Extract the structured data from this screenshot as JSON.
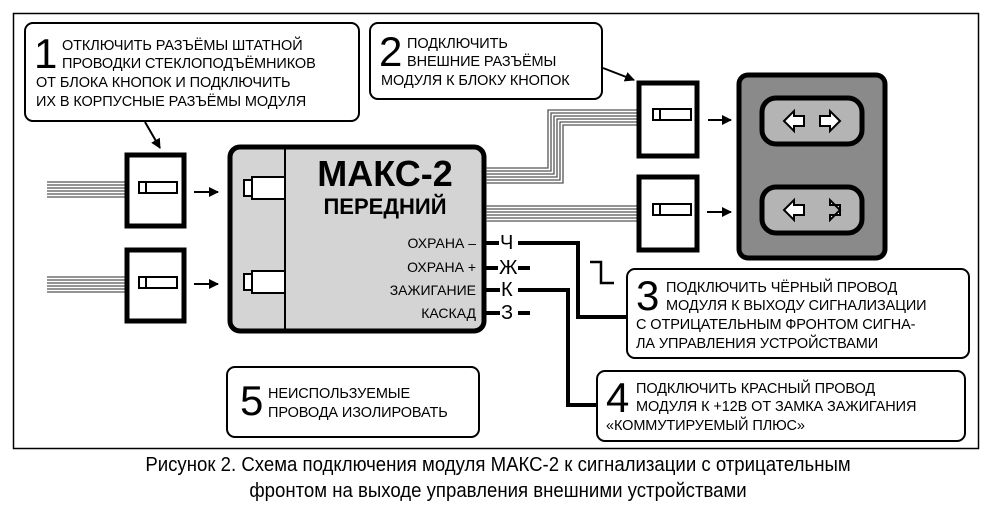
{
  "figure": {
    "caption_line1": "Рисунок 2. Схема подключения модуля МАКС-2 к сигнализации с отрицательным",
    "caption_line2": "фронтом на выходе управления внешними устройствами"
  },
  "module": {
    "name": "МАКС-2",
    "subtitle": "ПЕРЕДНИЙ",
    "pins": [
      {
        "label": "ОХРАНА –",
        "wire": "Ч"
      },
      {
        "label": "ОХРАНА +",
        "wire": "Ж"
      },
      {
        "label": "ЗАЖИГАНИЕ",
        "wire": "К"
      },
      {
        "label": "КАСКАД",
        "wire": "З"
      }
    ]
  },
  "steps": [
    {
      "number": "1",
      "lines": [
        "ОТКЛЮЧИТЬ РАЗЪЁМЫ ШТАТНОЙ",
        "ПРОВОДКИ СТЕКЛОПОДЪЁМНИКОВ",
        "ОТ БЛОКА КНОПОК И ПОДКЛЮЧИТЬ",
        "ИХ В КОРПУСНЫЕ РАЗЪЁМЫ МОДУЛЯ"
      ]
    },
    {
      "number": "2",
      "lines": [
        "ПОДКЛЮЧИТЬ",
        "ВНЕШНИЕ РАЗЪЁМЫ",
        "МОДУЛЯ К БЛОКУ КНОПОК"
      ]
    },
    {
      "number": "3",
      "lines": [
        "ПОДКЛЮЧИТЬ ЧЁРНЫЙ ПРОВОД",
        "МОДУЛЯ К ВЫХОДУ СИГНАЛИЗАЦИИ",
        "С ОТРИЦАТЕЛЬНЫМ ФРОНТОМ СИГНА-",
        "ЛА УПРАВЛЕНИЯ УСТРОЙСТВАМИ"
      ]
    },
    {
      "number": "4",
      "lines": [
        "ПОДКЛЮЧИТЬ КРАСНЫЙ ПРОВОД",
        "МОДУЛЯ К +12В ОТ ЗАМКА ЗАЖИГАНИЯ",
        "«КОММУТИРУЕМЫЙ ПЛЮС»"
      ]
    },
    {
      "number": "5",
      "lines": [
        "НЕИСПОЛЬЗУЕМЫЕ",
        "ПРОВОДА ИЗОЛИРОВАТЬ"
      ]
    }
  ],
  "colors": {
    "module_fill": "#d4d4d4",
    "button_block_fill": "#8a8a8a",
    "button_fill": "#b4b4b4",
    "line": "#000000",
    "harness": "#555555"
  }
}
